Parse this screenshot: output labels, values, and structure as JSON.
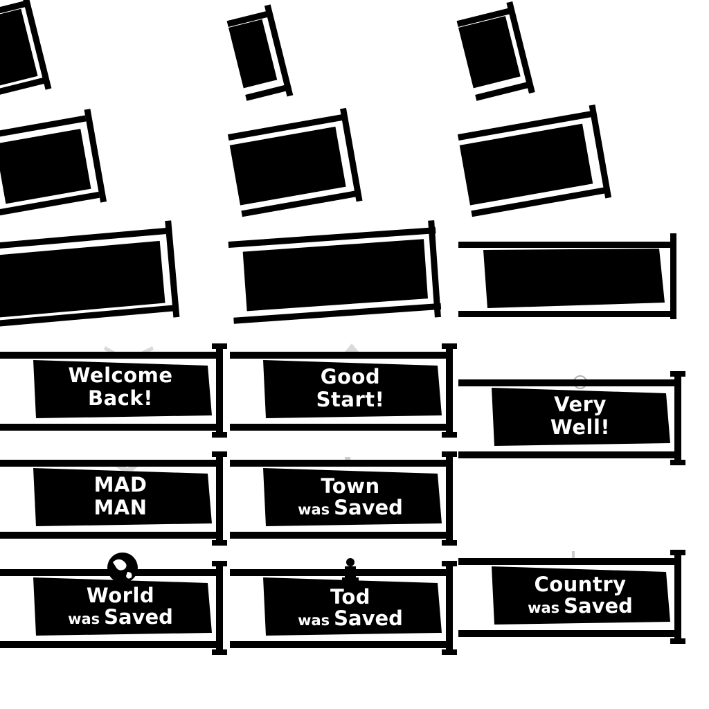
{
  "sheet": {
    "colors": {
      "ink": "#000000",
      "paper": "#ffffff"
    },
    "columns": [
      {
        "badges": [
          {
            "line1": "Welcome",
            "line2": "Back!",
            "icon": "ribbon-icon"
          },
          {
            "line1": "MAD",
            "line2": "MAN",
            "icon": "ribbon-icon"
          },
          {
            "line1": "World",
            "line2_a": "was",
            "line2_b": "Saved",
            "icon": "globe-icon"
          }
        ]
      },
      {
        "badges": [
          {
            "line1": "Good",
            "line2": "Start!",
            "icon": "ribbon-icon"
          },
          {
            "line1": "Town",
            "line2_a": "was",
            "line2_b": "Saved",
            "icon": "town-icon"
          },
          {
            "line1": "Tod",
            "line2_a": "was",
            "line2_b": "Saved",
            "icon": "character-icon"
          }
        ]
      },
      {
        "badges": [
          {
            "line1": "Very",
            "line2": "Well!",
            "icon": "ring-icon"
          },
          {
            "line1": "Country",
            "line2_a": "was",
            "line2_b": "Saved",
            "icon": "flag-icon"
          }
        ]
      }
    ]
  }
}
